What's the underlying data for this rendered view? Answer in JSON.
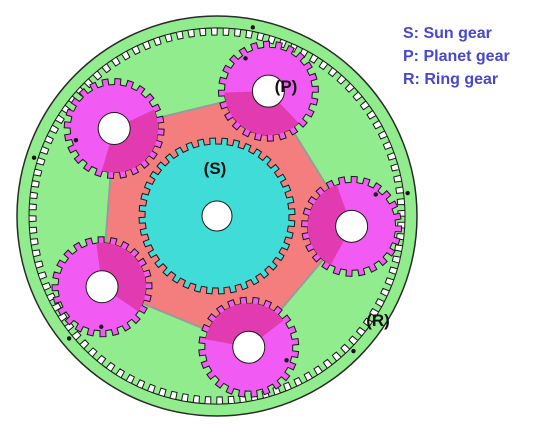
{
  "legend": {
    "sun": "S: Sun gear",
    "planet": "P: Planet gear",
    "ring": "R: Ring gear"
  },
  "labels": {
    "sun": "(S)",
    "planet": "(P)",
    "ring": "(R)"
  },
  "gears": {
    "ring_teeth": 100,
    "sun_teeth": 40,
    "planet_teeth": 24,
    "planet_count": 5
  },
  "colors": {
    "legend_text": "#4747cf",
    "ring": "#90ec8c",
    "ring_outline": "#2a2a2a",
    "sun": "#3fdcd8",
    "carrier": "#f47e7e",
    "carrier_outline": "#9a9a9a",
    "planet": "#f25af4",
    "planet_shade": "#e23ab0",
    "tooth_outline": "#1a1a1a",
    "hole": "#ffffff",
    "dot": "#111111"
  }
}
